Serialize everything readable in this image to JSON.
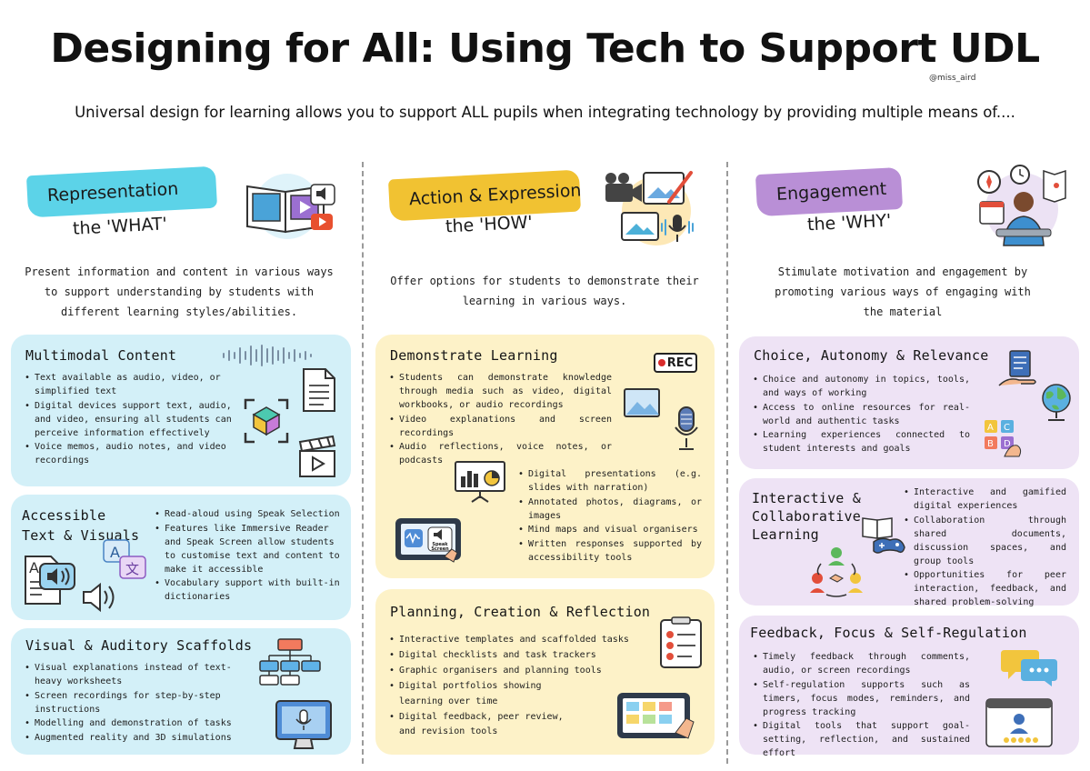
{
  "header": {
    "title": "Designing for All: Using Tech to Support UDL",
    "handle": "@miss_aird",
    "subtitle": "Universal design for learning allows you to support ALL pupils when integrating technology by providing multiple means of...."
  },
  "columns": [
    {
      "banner": "Representation",
      "tag": "the 'WHAT'",
      "intro": "Present information and content in various ways to support understanding by students with different learning styles/abilities.",
      "cards": [
        {
          "title": "Multimodal Content",
          "bullets": [
            "Text available as audio, video, or simplified text",
            "Digital devices support text, audio, and video, ensuring all students can perceive information effectively",
            "Voice memos, audio notes, and video recordings"
          ]
        },
        {
          "title": "Accessible Text & Visuals",
          "bullets": [
            "Read-aloud using Speak Selection",
            "Features like Immersive Reader and Speak Screen allow students to customise text and content to make it accessible",
            "Vocabulary support with built-in dictionaries"
          ]
        },
        {
          "title": "Visual & Auditory Scaffolds",
          "bullets": [
            "Visual explanations instead of text-heavy worksheets",
            "Screen recordings for step-by-step instructions",
            "Modelling and demonstration of tasks",
            "Augmented reality and 3D simulations"
          ]
        }
      ]
    },
    {
      "banner": "Action & Expression",
      "tag": "the 'HOW'",
      "intro": "Offer options for students to demonstrate their learning in various ways.",
      "cards": [
        {
          "title": "Demonstrate Learning",
          "rec": "REC",
          "speak": "Speak Screen",
          "bullets": [
            "Students can demonstrate knowledge through media such as video, digital workbooks, or audio recordings",
            "Video explanations and screen recordings",
            "Audio reflections, voice notes, or podcasts"
          ],
          "bullets2": [
            "Digital presentations (e.g. slides with narration)",
            "Annotated photos, diagrams, or images",
            "Mind maps and visual organisers",
            "Written responses supported by accessibility tools"
          ]
        },
        {
          "title": "Planning, Creation & Reflection",
          "bullets": [
            "Interactive templates and scaffolded tasks",
            "Digital checklists and task trackers",
            "Graphic organisers and planning tools",
            "Digital portfolios showing learning over time",
            "Digital feedback, peer review, and revision tools"
          ]
        }
      ]
    },
    {
      "banner": "Engagement",
      "tag": "the 'WHY'",
      "intro": "Stimulate motivation and engagement by promoting various ways of engaging with the material",
      "cards": [
        {
          "title": "Choice, Autonomy & Relevance",
          "bullets": [
            "Choice and autonomy in topics, tools, and ways of working",
            "Access to online resources for real-world and authentic tasks",
            "Learning experiences connected to student interests and goals"
          ]
        },
        {
          "title": "Interactive & Collaborative Learning",
          "bullets": [
            "Interactive and gamified digital experiences",
            "Collaboration through shared documents, discussion spaces, and group tools",
            "Opportunities for peer interaction, feedback, and shared problem-solving"
          ]
        },
        {
          "title": "Feedback, Focus & Self-Regulation",
          "bullets": [
            "Timely feedback through comments, audio, or screen recordings",
            "Self-regulation supports such as timers, focus modes, reminders, and progress tracking",
            "Digital tools that support goal-setting, reflection, and sustained effort"
          ]
        }
      ]
    }
  ],
  "colors": {
    "representation_banner": "#5cd3e8",
    "action_banner": "#f1c232",
    "engagement_banner": "#b98fd6",
    "representation_card": "#d3f0f8",
    "action_card": "#fdf2c8",
    "engagement_card": "#eee3f5"
  },
  "icons": [
    "book-video-icon",
    "camera-art-icon",
    "student-tools-icon",
    "soundwave-icon",
    "document-icon",
    "cube-icon",
    "clapperboard-icon",
    "translate-icon",
    "text-speaker-icon",
    "speaker-icon",
    "flowchart-icon",
    "monitor-mic-icon",
    "rec-badge-icon",
    "image-icon",
    "microphone-icon",
    "presentation-icon",
    "tablet-speak-icon",
    "checklist-icon",
    "tablet-planner-icon",
    "document-hand-icon",
    "globe-icon",
    "abcd-blocks-icon",
    "book-gamepad-icon",
    "collaboration-icon",
    "chat-bubbles-icon",
    "profile-rating-icon"
  ]
}
